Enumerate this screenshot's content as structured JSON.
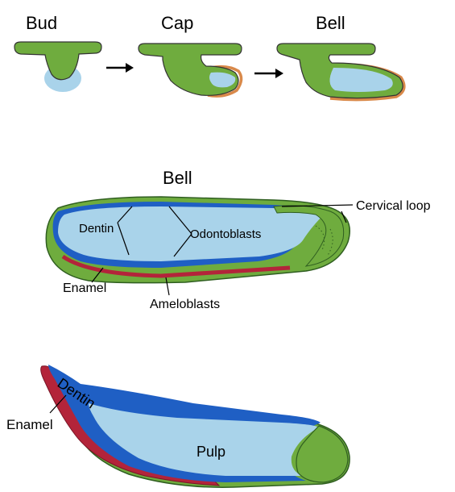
{
  "stages": {
    "bud": "Bud",
    "cap": "Cap",
    "bell": "Bell"
  },
  "section_title": "Bell",
  "bell_labels": {
    "cervical_loop": "Cervical loop",
    "dentin": "Dentin",
    "odontoblasts": "Odontoblasts",
    "enamel": "Enamel",
    "ameloblasts": "Ameloblasts"
  },
  "tooth_labels": {
    "dentin": "Dentin",
    "enamel": "Enamel",
    "pulp": "Pulp"
  },
  "colors": {
    "epithelium_green": "#6fac3e",
    "papilla_light_blue": "#a9d3ea",
    "dentin_blue": "#1f5fc4",
    "enamel_red": "#b3243a",
    "follicle_orange": "#d9894a"
  }
}
